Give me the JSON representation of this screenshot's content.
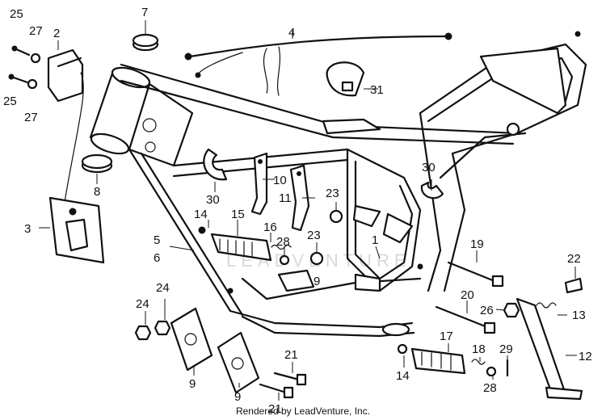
{
  "callouts": {
    "c25a": "25",
    "c27a": "27",
    "c2": "2",
    "c7": "7",
    "c4": "4",
    "c31": "31",
    "c25b": "25",
    "c27b": "27",
    "c8": "8",
    "c3": "3",
    "c10": "10",
    "c11": "11",
    "c30a": "30",
    "c30b": "30",
    "c23a": "23",
    "c23b": "23",
    "c14a": "14",
    "c15": "15",
    "c16": "16",
    "c28a": "28",
    "c5": "5",
    "c6": "6",
    "c1": "1",
    "c9a": "9",
    "c19": "19",
    "c22": "22",
    "c24a": "24",
    "c24b": "24",
    "c20": "20",
    "c26": "26",
    "c13": "13",
    "c9b": "9",
    "c9c": "9",
    "c21a": "21",
    "c21b": "21",
    "c17": "17",
    "c18": "18",
    "c29": "29",
    "c14b": "14",
    "c28b": "28",
    "c12": "12"
  },
  "watermark": "LEADVENTURE",
  "footer": "Rendered by LeadVenture, Inc."
}
